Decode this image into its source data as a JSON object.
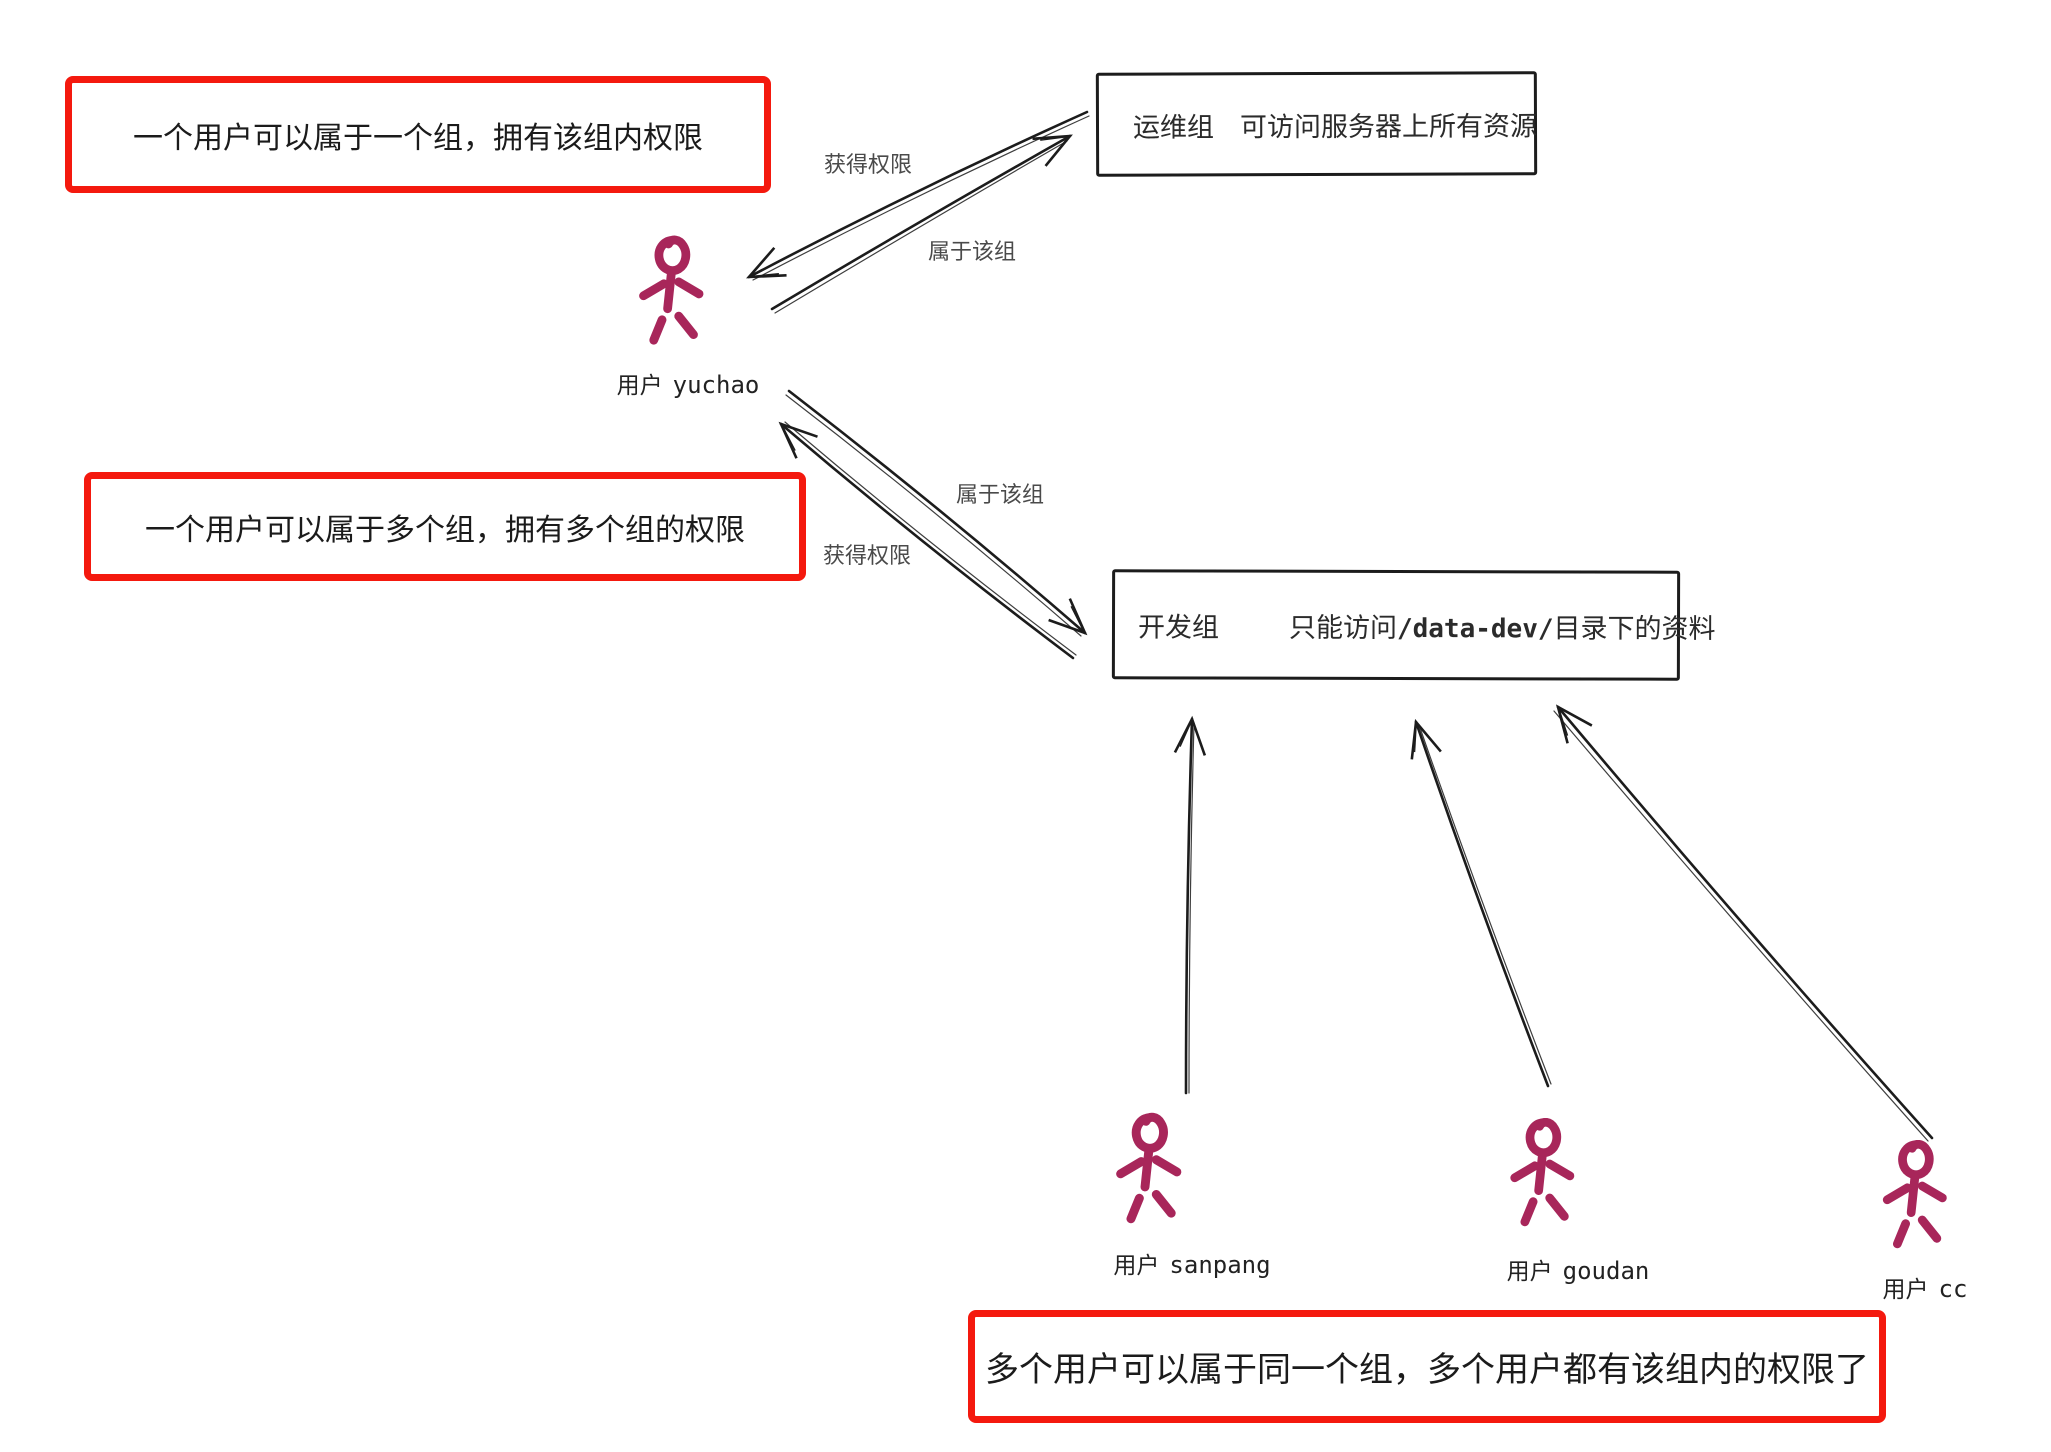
{
  "colors": {
    "ink": "#1c1c1c",
    "accent": "#a8265a",
    "note-red": "#f4190e"
  },
  "notes": {
    "one_group": "一个用户可以属于一个组，拥有该组内权限",
    "multi_group": "一个用户可以属于多个组，拥有多个组的权限",
    "multi_user": "多个用户可以属于同一个组，多个用户都有该组内的权限了"
  },
  "groups": {
    "ops": {
      "name": "运维组",
      "desc": "可访问服务器上所有资源"
    },
    "dev": {
      "name": "开发组",
      "desc_prefix": "只能访问",
      "desc_code": "/data-dev/",
      "desc_suffix": "目录下的资料"
    }
  },
  "users": {
    "yuchao": {
      "label": "用户",
      "name": "yuchao"
    },
    "sanpang": {
      "label": "用户",
      "name": "sanpang"
    },
    "goudan": {
      "label": "用户",
      "name": "goudan"
    },
    "cc": {
      "label": "用户",
      "name": "cc"
    }
  },
  "edges": {
    "ops_gain": "获得权限",
    "ops_belong": "属于该组",
    "dev_belong": "属于该组",
    "dev_gain": "获得权限"
  }
}
